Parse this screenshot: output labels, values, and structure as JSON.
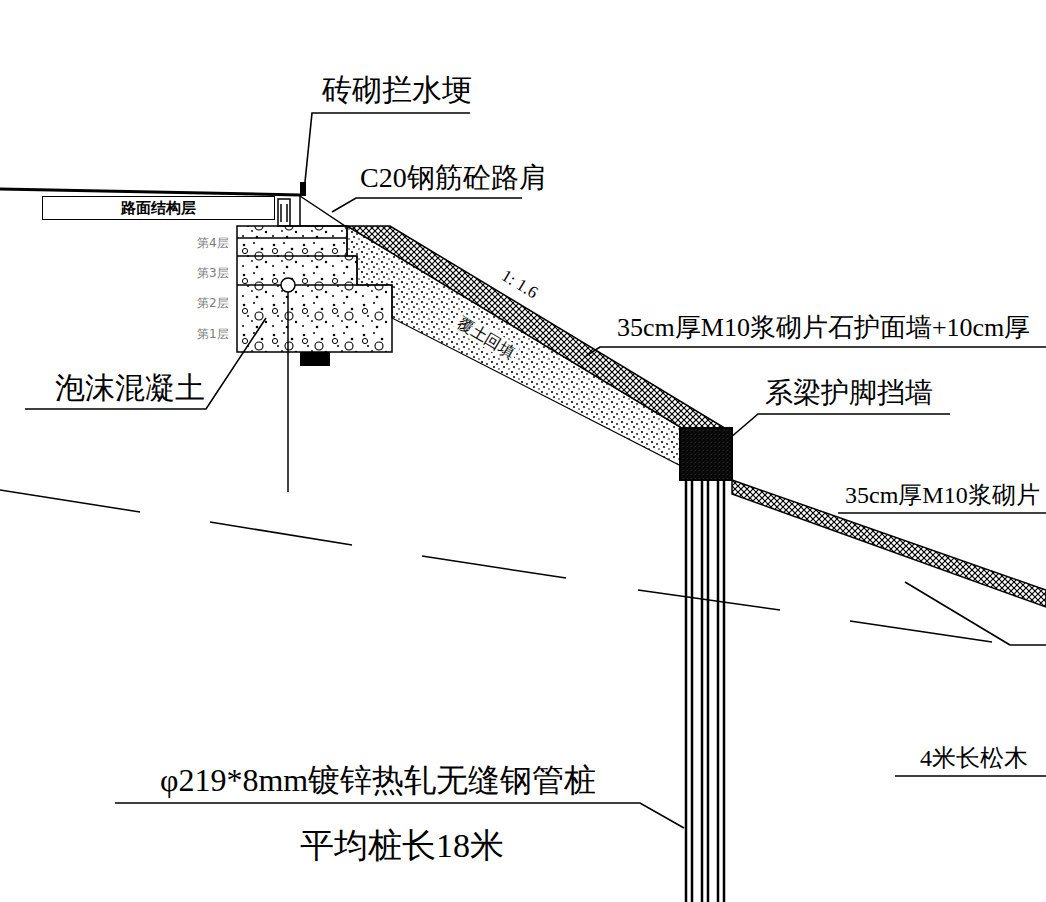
{
  "diagram": {
    "nodes": [
      {
        "text": [
          "路面结构层"
        ]
      }
    ],
    "labels": [
      "砖砌拦水埂",
      "C20钢筋砼路肩",
      "第4层",
      "第3层",
      "第2层",
      "第1层",
      "泡沫混凝土",
      "1: 1.6",
      "覆土回填",
      "35cm厚M10浆砌片石护面墙+10cm厚",
      "系梁护脚挡墙",
      "35cm厚M10浆砌片",
      "φ219*8mm镀锌热轧无缝钢管桩",
      "平均桩长18米",
      "4米长松木"
    ]
  }
}
